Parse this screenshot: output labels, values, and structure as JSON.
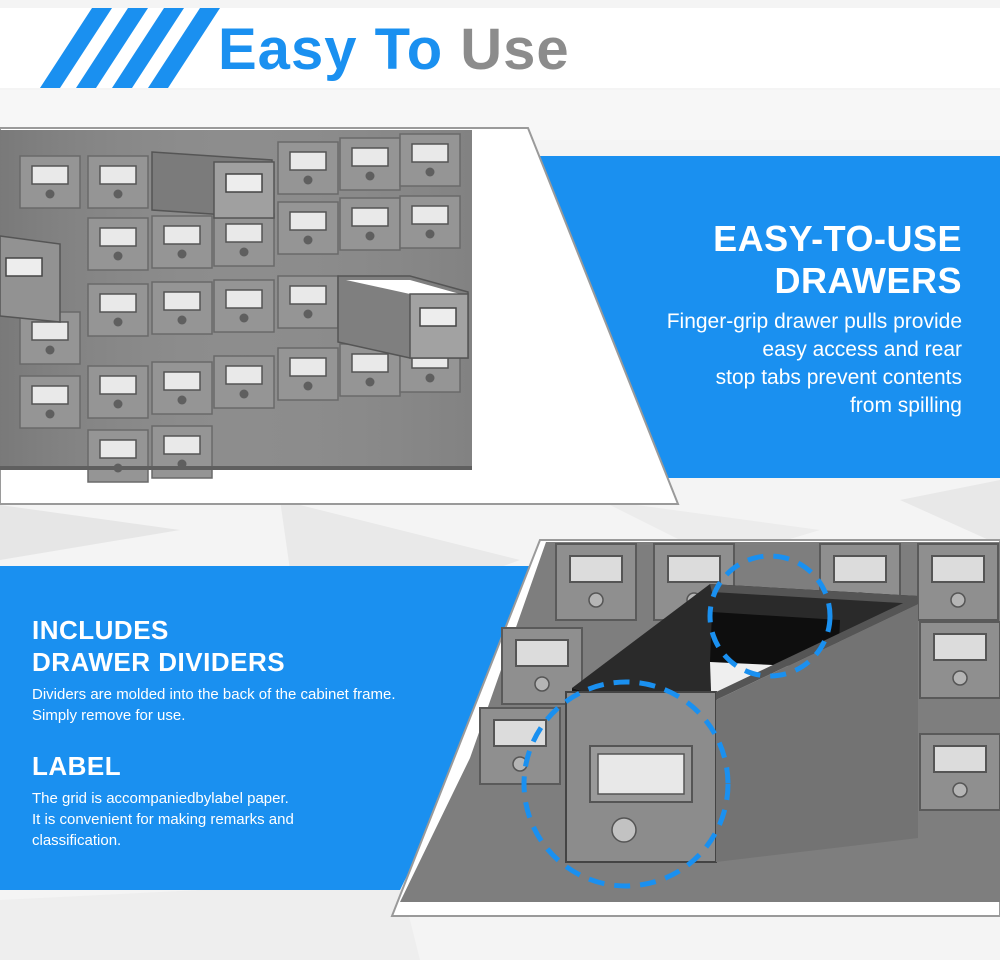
{
  "header": {
    "title_word1": "Easy To",
    "title_word2": "Use"
  },
  "feature_drawers": {
    "heading_line1": "EASY-TO-USE",
    "heading_line2": "DRAWERS",
    "description_lines": [
      "Finger-grip drawer pulls provide",
      "easy access and rear",
      "stop tabs prevent contents",
      "from spilling"
    ]
  },
  "feature_dividers": {
    "heading_line1": "INCLUDES",
    "heading_line2": "DRAWER DIVIDERS",
    "description_lines": [
      "Dividers are molded into the back of the cabinet frame.",
      "Simply remove for use."
    ]
  },
  "feature_label": {
    "heading": "LABEL",
    "description_lines": [
      "The grid is accompaniedbylabel paper.",
      "It is convenient for making remarks and",
      "classification."
    ]
  },
  "colors": {
    "accent_blue": "#1a90f0",
    "title_gray": "#8c8c8c",
    "cabinet_gray": "#8d8d8d"
  }
}
